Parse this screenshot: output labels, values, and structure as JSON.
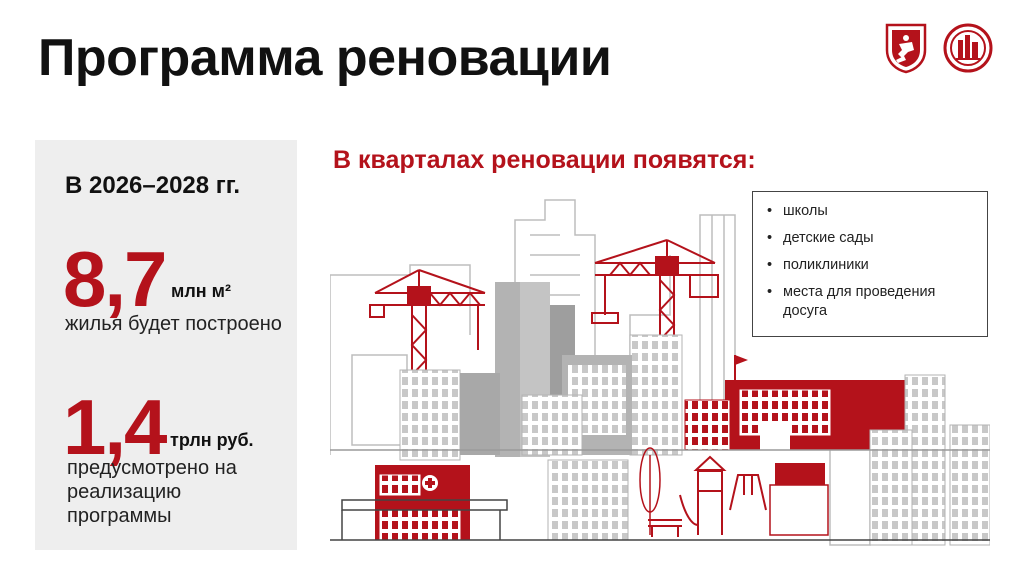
{
  "header": {
    "title": "Программа реновации",
    "logos": [
      "moscow-coat-of-arms-icon",
      "mosgorstroy-emblem-icon"
    ]
  },
  "left_panel": {
    "period": "В 2026–2028 гг.",
    "stat1": {
      "value": "8,7",
      "unit": "млн м²",
      "description": "жилья будет построено"
    },
    "stat2": {
      "value": "1,4",
      "unit": "трлн руб.",
      "description": "предусмотрено на реализацию программы"
    }
  },
  "main": {
    "subtitle": "В кварталах реновации появятся:",
    "items": [
      "школы",
      "детские сады",
      "поликлиники",
      "места для проведения досуга"
    ]
  },
  "colors": {
    "accent": "#b4121b",
    "text": "#111111",
    "panel_bg": "#eeeeee",
    "illustration_gray": "#b3b3b3"
  }
}
